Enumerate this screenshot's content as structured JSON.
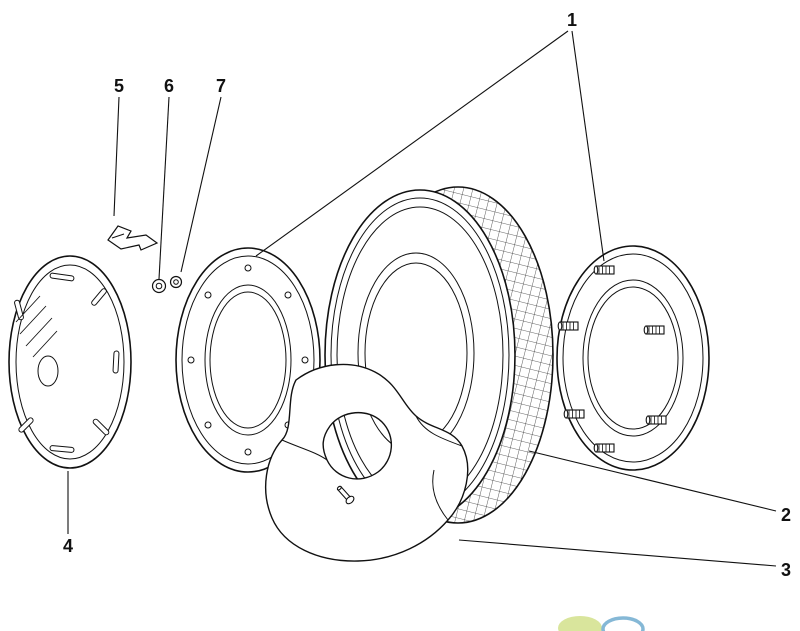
{
  "figure": {
    "background_color": "#ffffff",
    "line_color": "#111111",
    "callouts": {
      "c1": "1",
      "c2": "2",
      "c3": "3",
      "c4": "4",
      "c5": "5",
      "c6": "6",
      "c7": "7"
    },
    "watermark": {
      "left_color": "#d9e59c",
      "right_color": "#85b8d6"
    }
  }
}
